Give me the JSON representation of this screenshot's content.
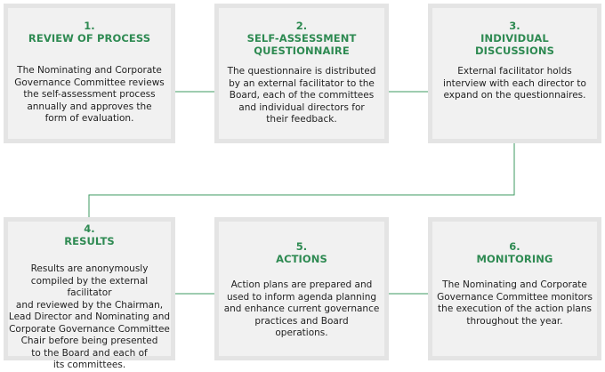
{
  "steps": [
    {
      "number": "1.",
      "title": "REVIEW OF PROCESS",
      "body": "The Nominating and Corporate Governance Committee reviews the self-assessment process annually and approves the form of evaluation."
    },
    {
      "number": "2.",
      "title": "SELF-ASSESSMENT QUESTIONNAIRE",
      "body": "The questionnaire is distributed by an external facilitator to the Board, each of the committees and individual directors for their feedback."
    },
    {
      "number": "3.",
      "title": "INDIVIDUAL DISCUSSIONS",
      "body": "External facilitator holds interview with each director to expand on the questionnaires."
    },
    {
      "number": "4.",
      "title": "RESULTS",
      "body": "Results are anonymously compiled by the external facilitator and reviewed by the Chairman, Lead Director and Nominating and Corporate Governance Committee Chair before being presented to the Board and each of its committees."
    },
    {
      "number": "5.",
      "title": "ACTIONS",
      "body": "Action plans are prepared and used to inform agenda planning and enhance current governance practices and Board operations."
    },
    {
      "number": "6.",
      "title": "MONITORING",
      "body": "The Nominating and Corporate Governance Committee monitors the execution of the action plans throughout the year."
    }
  ],
  "colors": {
    "accent_green": "#2e8a52",
    "connector": "#3d9a62",
    "box_fill": "#f1f1f1",
    "box_border": "#e4e4e4"
  }
}
